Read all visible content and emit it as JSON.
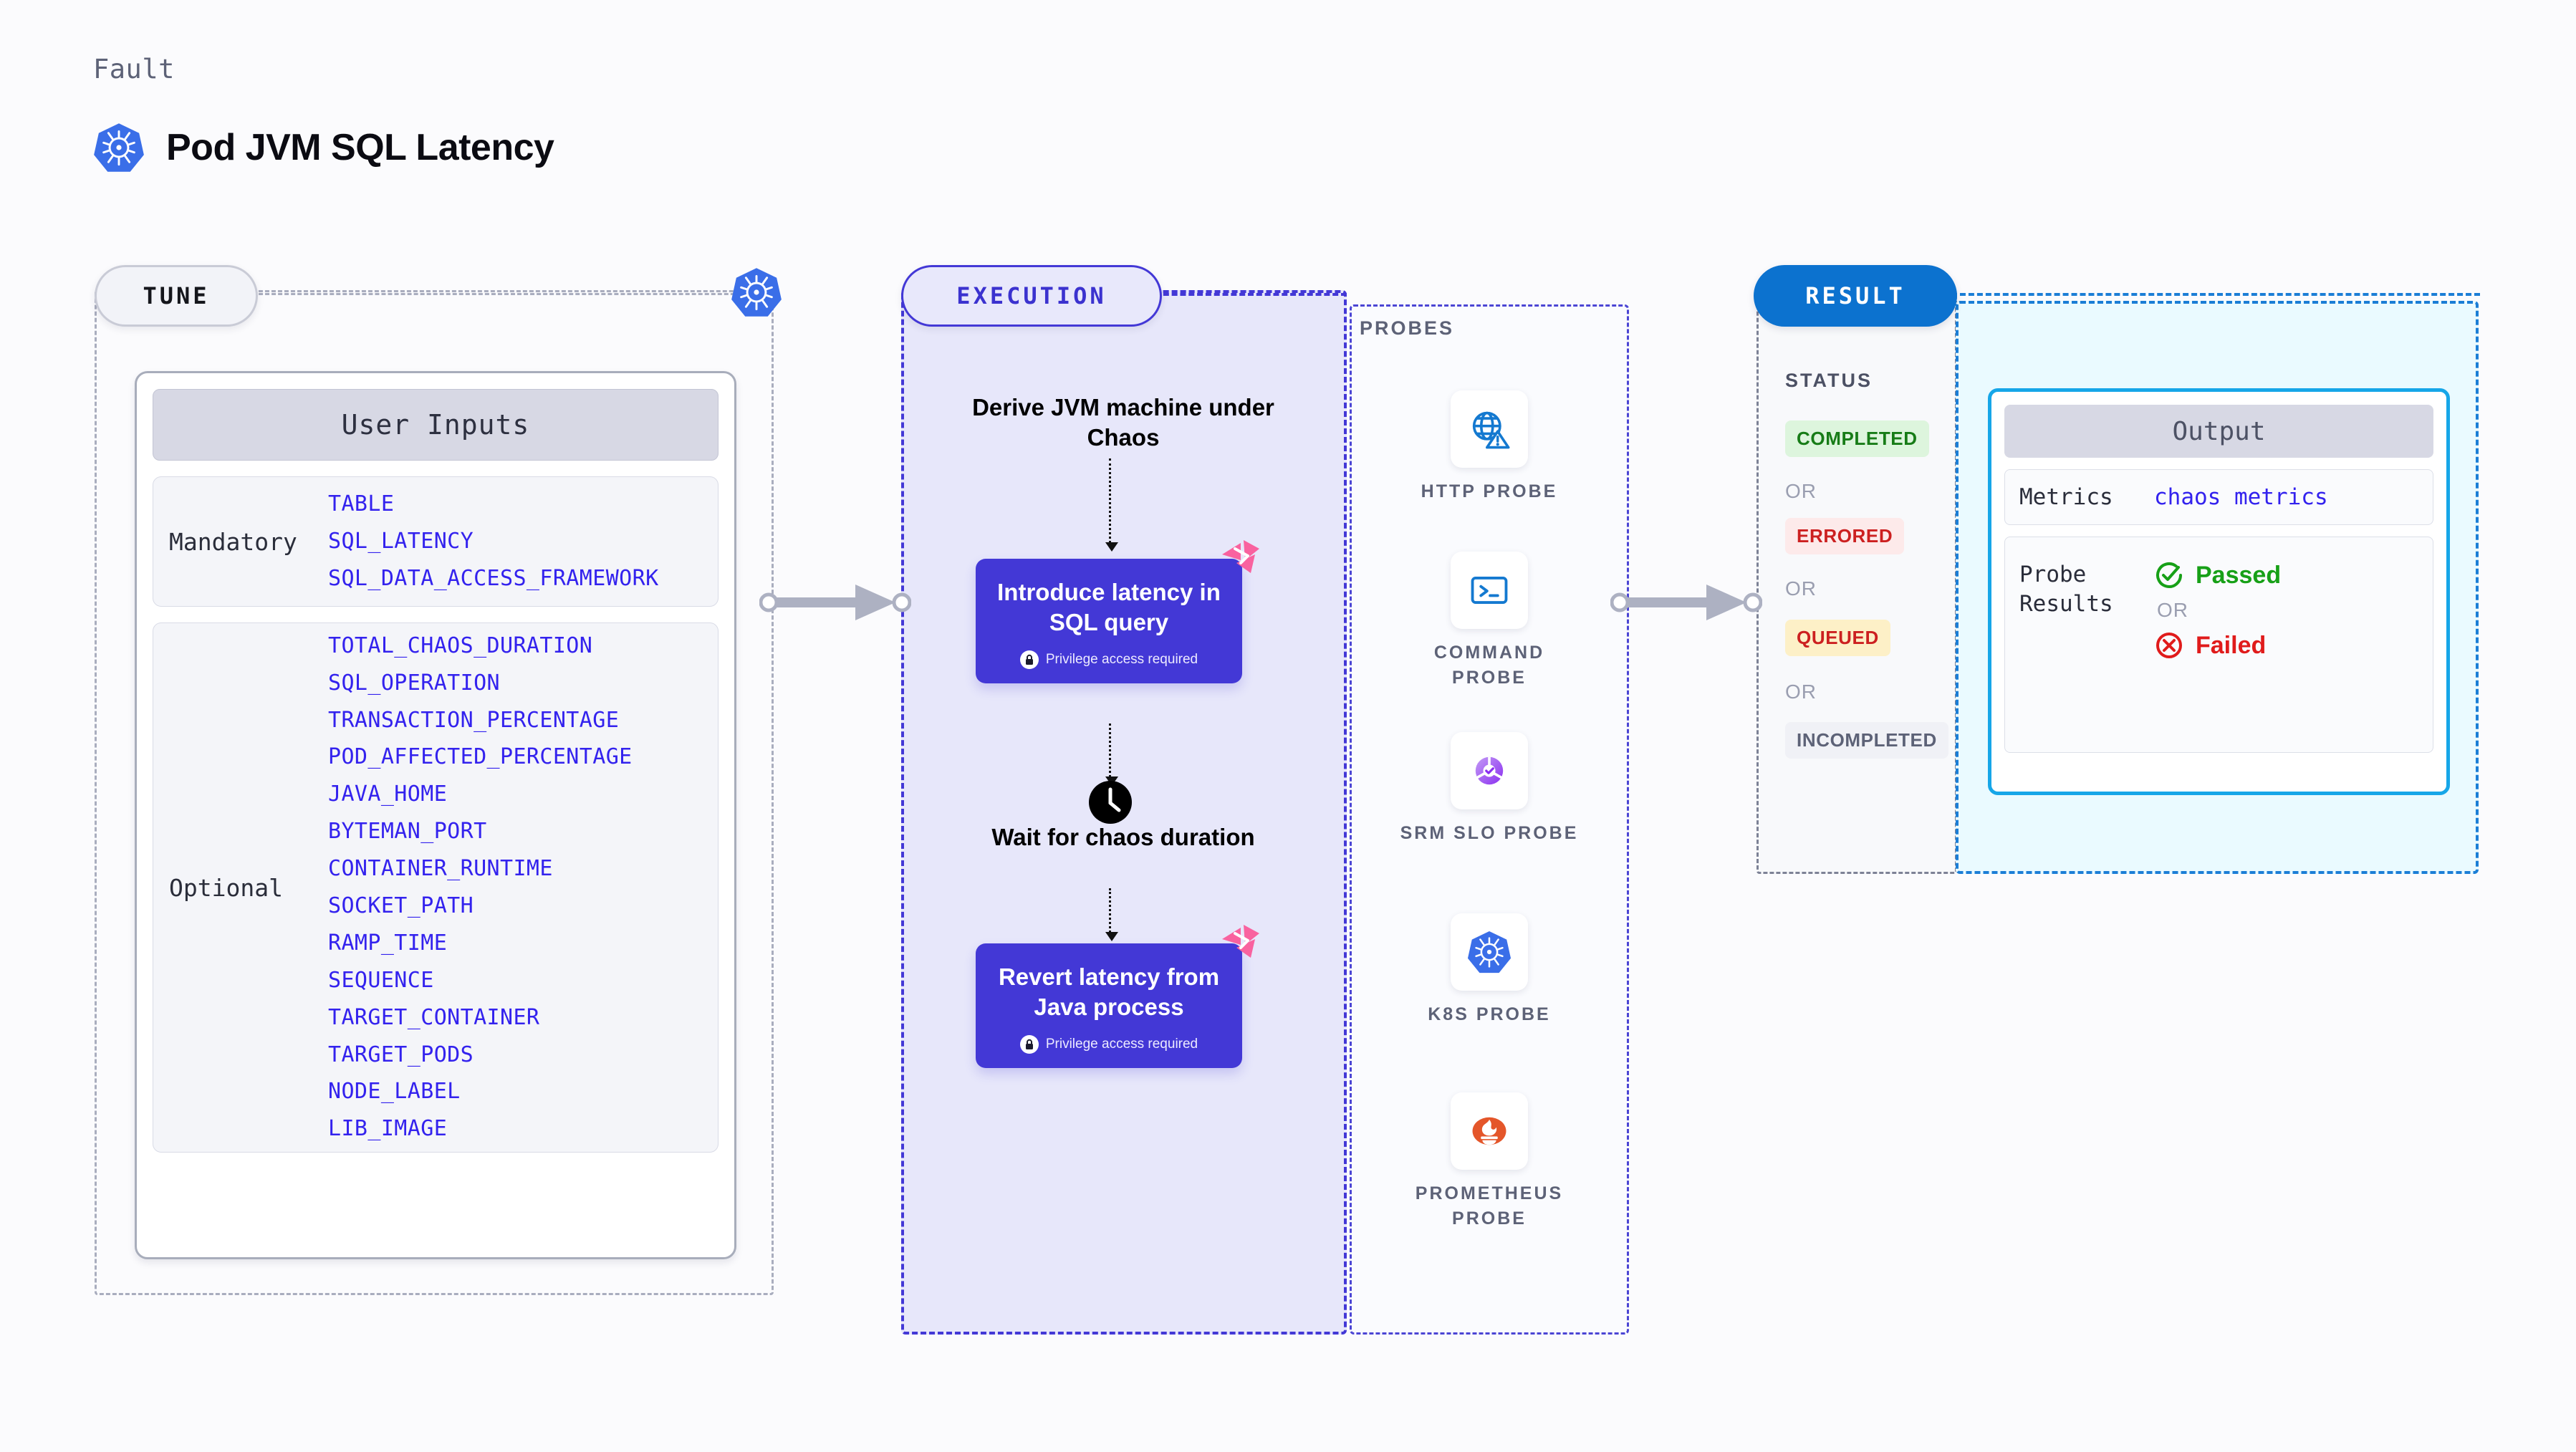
{
  "header": {
    "kicker": "Fault",
    "title": "Pod JVM SQL Latency",
    "icon": "kubernetes-icon"
  },
  "sections": {
    "tune": {
      "label": "TUNE",
      "badge_icon": "kubernetes-icon"
    },
    "execution": {
      "label": "EXECUTION"
    },
    "probes": {
      "label": "PROBES"
    },
    "result": {
      "label": "RESULT"
    }
  },
  "user_inputs": {
    "header": "User Inputs",
    "groups": [
      {
        "label": "Mandatory",
        "params": [
          "TABLE",
          "SQL_LATENCY",
          "SQL_DATA_ACCESS_FRAMEWORK"
        ]
      },
      {
        "label": "Optional",
        "params": [
          "TOTAL_CHAOS_DURATION",
          "SQL_OPERATION",
          "TRANSACTION_PERCENTAGE",
          "POD_AFFECTED_PERCENTAGE",
          "JAVA_HOME",
          "BYTEMAN_PORT",
          "CONTAINER_RUNTIME",
          "SOCKET_PATH",
          "RAMP_TIME",
          "SEQUENCE",
          "TARGET_CONTAINER",
          "TARGET_PODS",
          "NODE_LABEL",
          "LIB_IMAGE"
        ]
      }
    ]
  },
  "execution": {
    "step_derive": "Derive JVM machine under Chaos",
    "step_introduce": "Introduce latency in SQL query",
    "step_wait": "Wait for chaos duration",
    "step_revert": "Revert latency from Java process",
    "privilege_note": "Privilege access required",
    "privilege_icon": "lock-icon",
    "wait_icon": "clock-icon",
    "corner_badge_icon": "litmus-chaos-icon"
  },
  "probes": [
    {
      "label": "HTTP PROBE",
      "icon": "globe-warning-icon"
    },
    {
      "label": "COMMAND PROBE",
      "icon": "terminal-icon"
    },
    {
      "label": "SRM SLO PROBE",
      "icon": "srm-slo-icon"
    },
    {
      "label": "K8S PROBE",
      "icon": "kubernetes-icon"
    },
    {
      "label": "PROMETHEUS PROBE",
      "icon": "prometheus-icon"
    }
  ],
  "status": {
    "title": "STATUS",
    "or": "OR",
    "badges": [
      {
        "label": "COMPLETED"
      },
      {
        "label": "ERRORED"
      },
      {
        "label": "QUEUED"
      },
      {
        "label": "INCOMPLETED"
      }
    ]
  },
  "output": {
    "header": "Output",
    "metrics_label": "Metrics",
    "metrics_value": "chaos metrics",
    "probe_results_label": "Probe Results",
    "passed": "Passed",
    "failed": "Failed",
    "or": "OR",
    "passed_icon": "check-circle-icon",
    "failed_icon": "x-circle-icon"
  },
  "colors": {
    "accent_purple": "#4338d6",
    "link_blue": "#3322ee",
    "result_blue": "#0c72cf",
    "output_cyan": "#16a6e8",
    "litmus_pink": "#f9629f",
    "passed_green": "#17a017",
    "failed_red": "#e01b1b"
  }
}
